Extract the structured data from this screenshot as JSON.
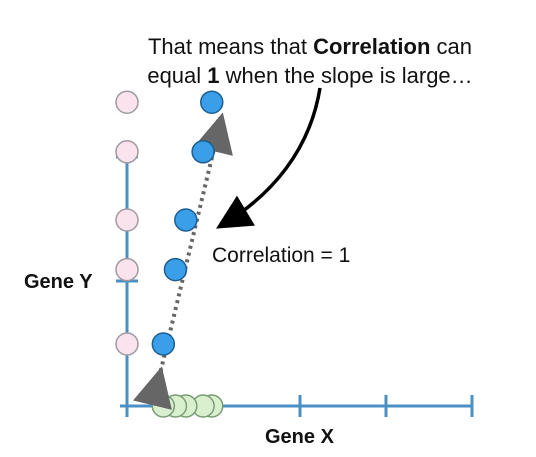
{
  "annotation": {
    "line1_pre": "That means that ",
    "line1_bold": "Correlation",
    "line1_post": " can",
    "line2_pre": "equal ",
    "line2_bold": "1",
    "line2_post": " when the slope is large…"
  },
  "correlation_label": "Correlation = 1",
  "axes": {
    "x_label": "Gene X",
    "y_label": "Gene Y"
  },
  "colors": {
    "axis": "#4a90c4",
    "blue_point_fill": "#3a9fe8",
    "blue_point_stroke": "#1d5e91",
    "pink_point_fill": "#fbe3ee",
    "pink_point_stroke": "#a09aa0",
    "green_point_fill": "#d9f0cf",
    "green_point_stroke": "#7a9c74",
    "trend_line": "#666666",
    "curved_arrow": "#000000"
  },
  "chart_data": {
    "type": "scatter",
    "xlabel": "Gene X",
    "ylabel": "Gene Y",
    "series": [
      {
        "x": [
          0.42,
          0.56,
          0.68,
          0.88,
          0.98
        ],
        "y": [
          1.0,
          2.2,
          3.0,
          4.1,
          4.9
        ]
      }
    ]
  }
}
